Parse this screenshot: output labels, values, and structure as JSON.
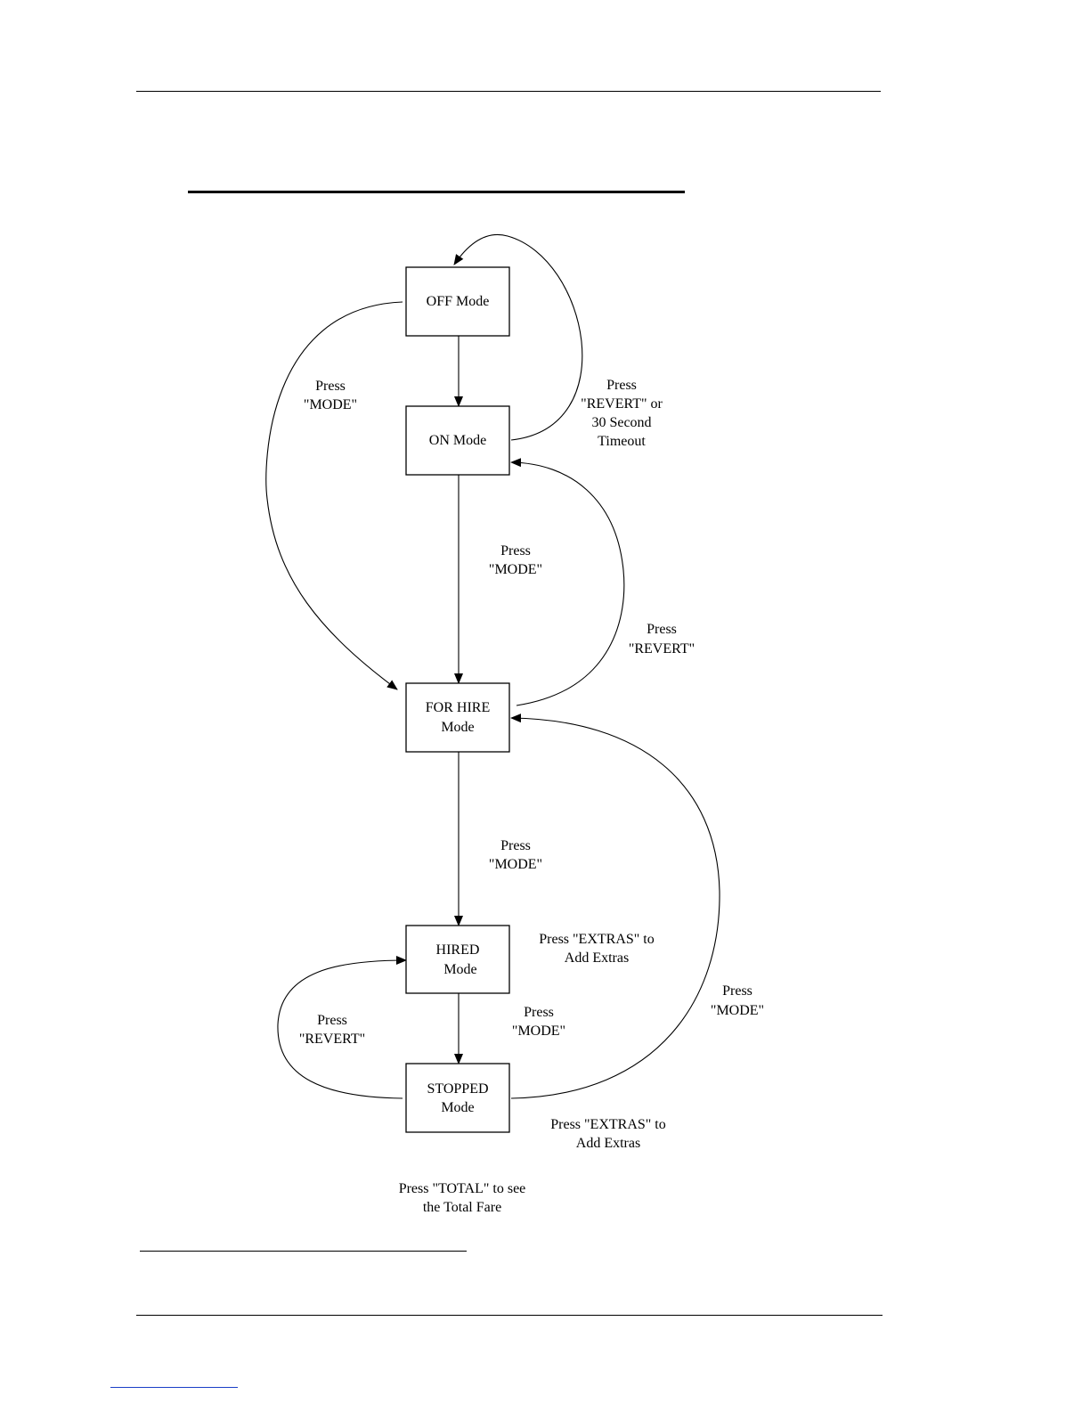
{
  "diagram": {
    "nodes": {
      "off": [
        "OFF Mode"
      ],
      "on": [
        "ON Mode"
      ],
      "forhire": [
        "FOR HIRE",
        "Mode"
      ],
      "hired": [
        "HIRED",
        "Mode"
      ],
      "stopped": [
        "STOPPED",
        "Mode"
      ]
    },
    "labels": {
      "off_to_forhire": [
        "Press",
        "\"MODE\""
      ],
      "on_to_off": [
        "Press",
        "\"REVERT\" or",
        "30 Second",
        "Timeout"
      ],
      "on_to_forhire": [
        "Press",
        "\"MODE\""
      ],
      "forhire_to_on": [
        "Press",
        "\"REVERT\""
      ],
      "forhire_to_hired": [
        "Press",
        "\"MODE\""
      ],
      "hired_extras": [
        "Press \"EXTRAS\" to",
        "Add Extras"
      ],
      "hired_to_stopped": [
        "Press",
        "\"MODE\""
      ],
      "stopped_to_forhire": [
        "Press",
        "\"MODE\""
      ],
      "stopped_to_hired": [
        "Press",
        "\"REVERT\""
      ],
      "stopped_extras": [
        "Press \"EXTRAS\" to",
        "Add Extras"
      ],
      "total": [
        "Press \"TOTAL\" to see",
        "the Total Fare"
      ]
    }
  }
}
